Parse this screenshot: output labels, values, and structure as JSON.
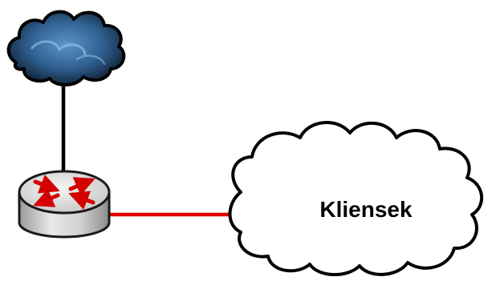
{
  "diagram": {
    "nodes": {
      "internet": {
        "icon": "internet-cloud-icon",
        "label": ""
      },
      "router": {
        "icon": "router-icon",
        "label": ""
      },
      "clients": {
        "icon": "cloud-outline-icon",
        "label": "Kliensek"
      }
    },
    "links": [
      {
        "from": "internet",
        "to": "router",
        "color": "#000000"
      },
      {
        "from": "router",
        "to": "clients",
        "color": "#e00000"
      }
    ]
  },
  "colors": {
    "internet_cloud_dark": "#0d1a2b",
    "internet_cloud_light": "#5b95c9",
    "router_body": "#d4d4d4",
    "router_arrows": "#d40000",
    "client_cloud_fill": "#ffffff",
    "client_cloud_stroke": "#000000"
  }
}
